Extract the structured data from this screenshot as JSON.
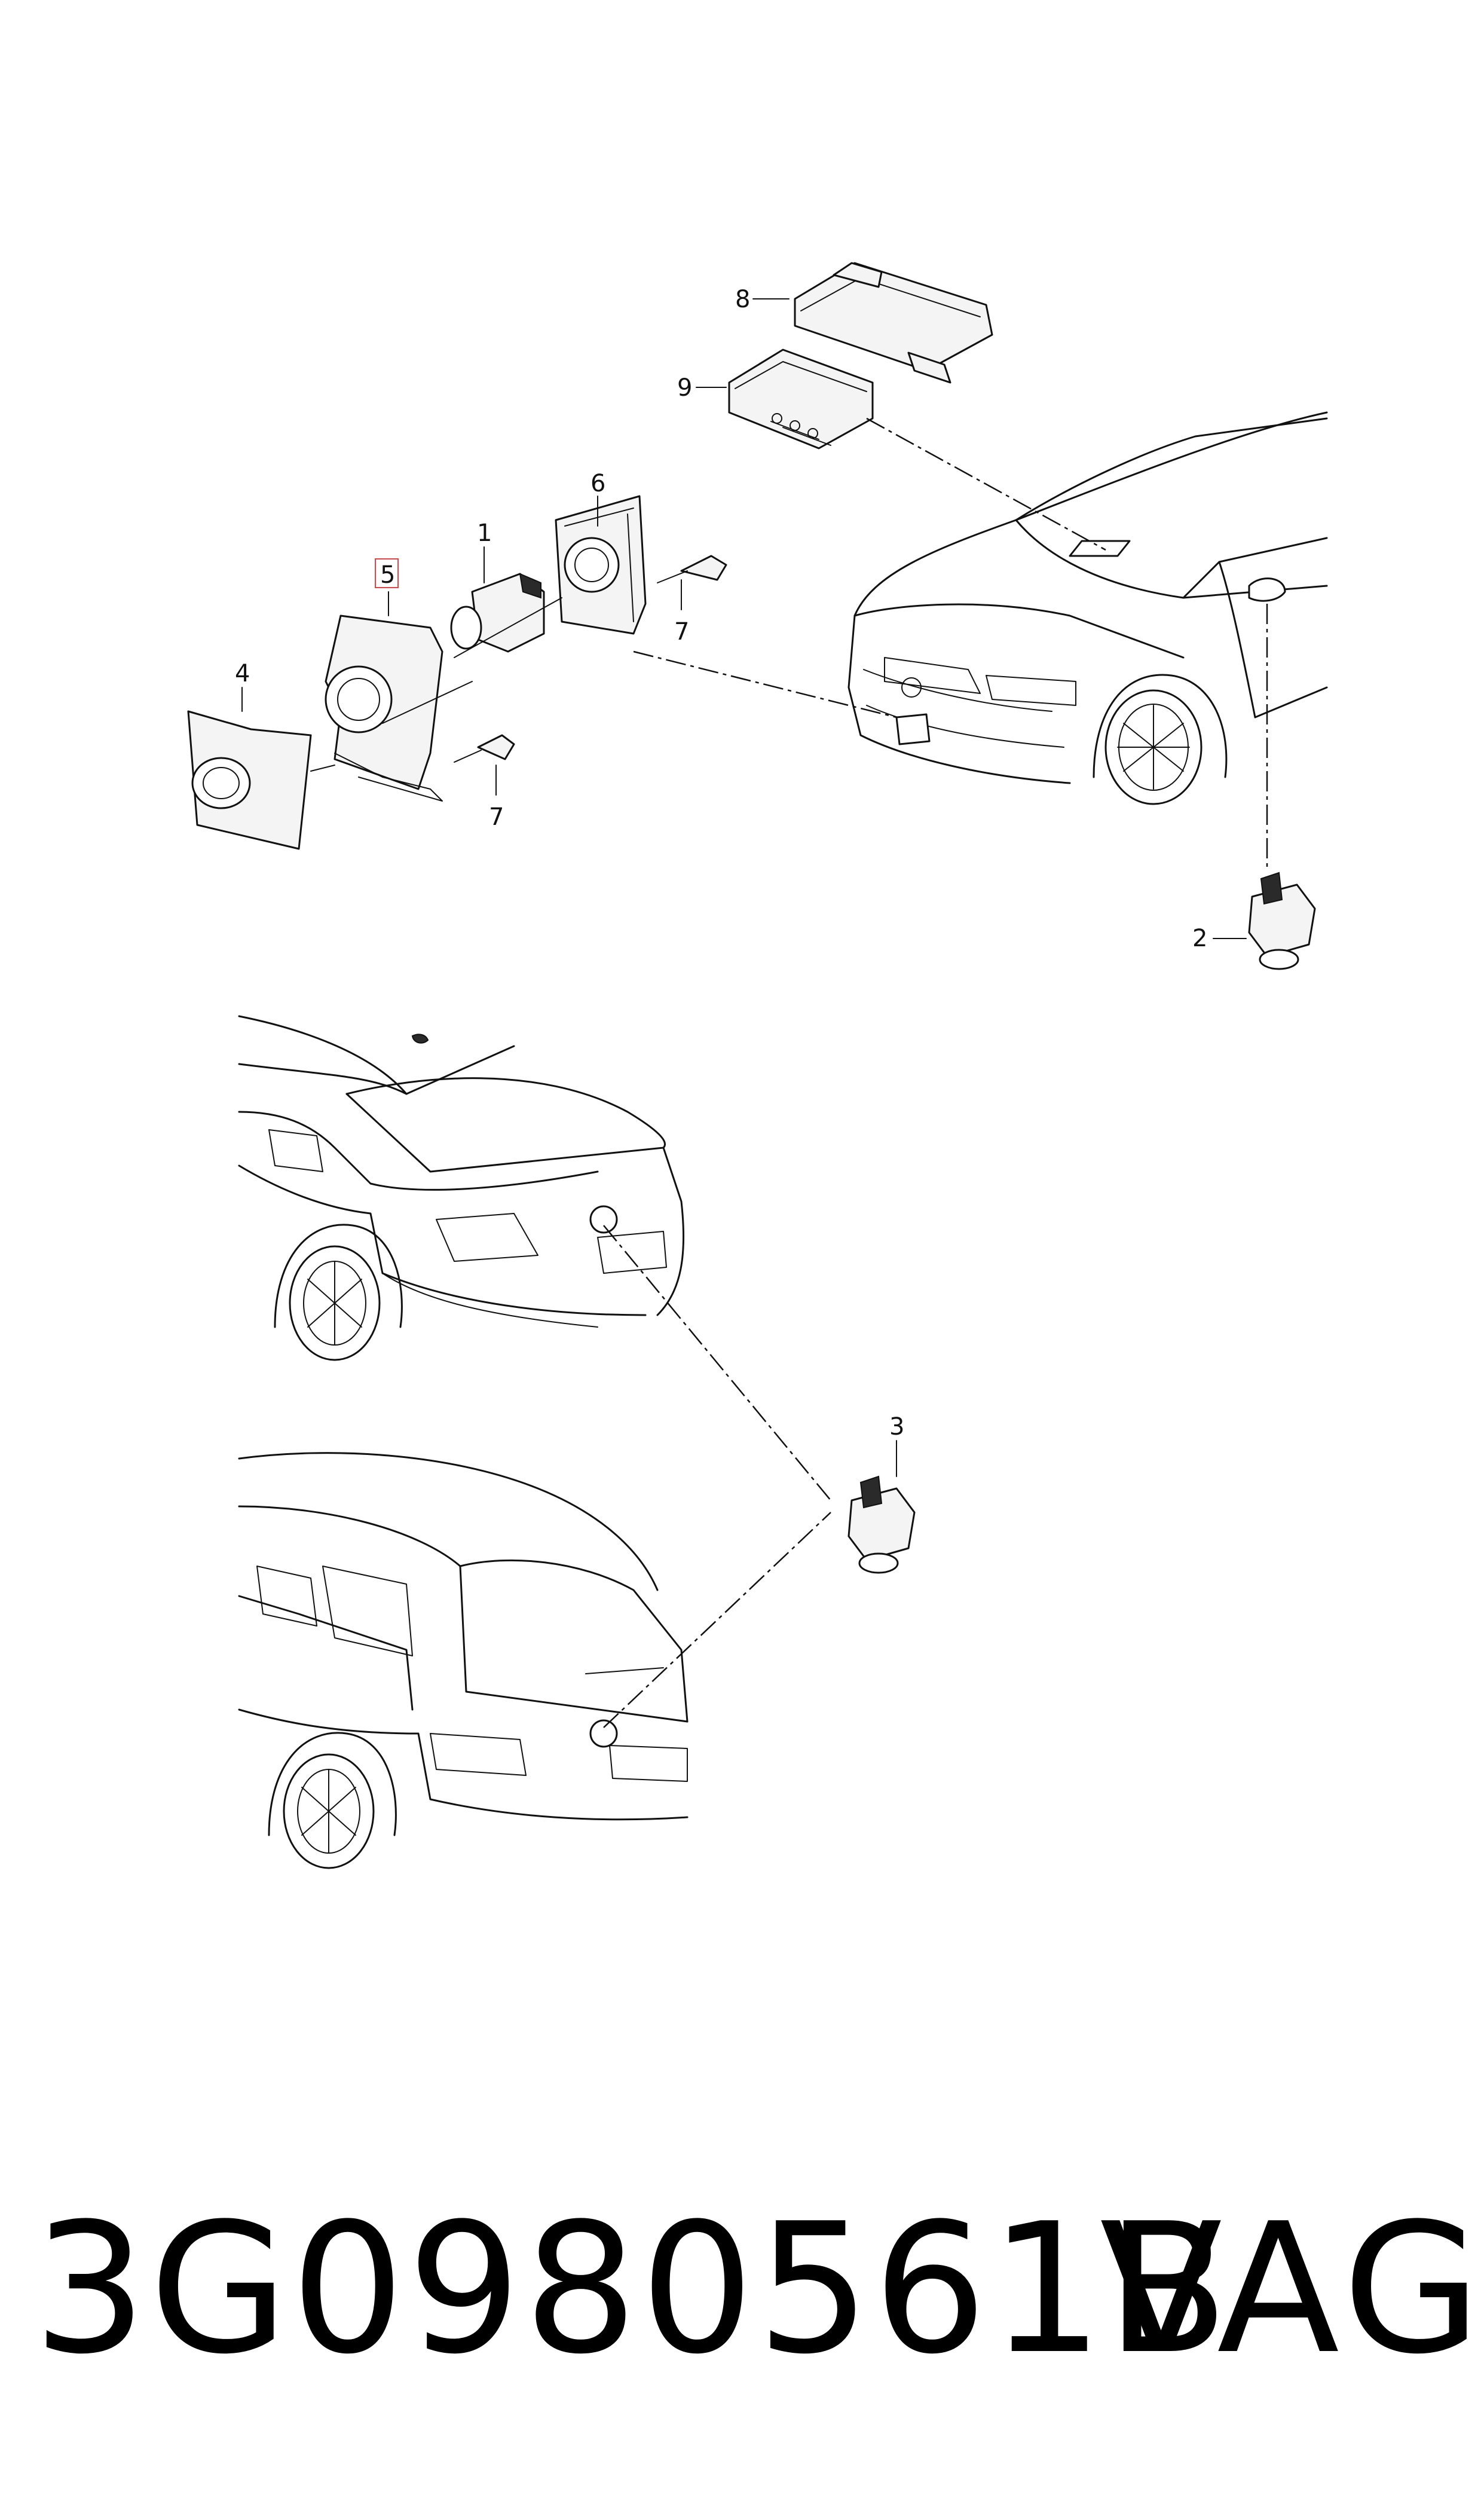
{
  "callouts": {
    "c1": "1",
    "c2": "2",
    "c3": "3",
    "c4": "4",
    "c5": "5",
    "c6": "6",
    "c7a": "7",
    "c7b": "7",
    "c8": "8",
    "c9": "9"
  },
  "footer": {
    "part_number": "3G0980561B",
    "brand": "VAG"
  }
}
